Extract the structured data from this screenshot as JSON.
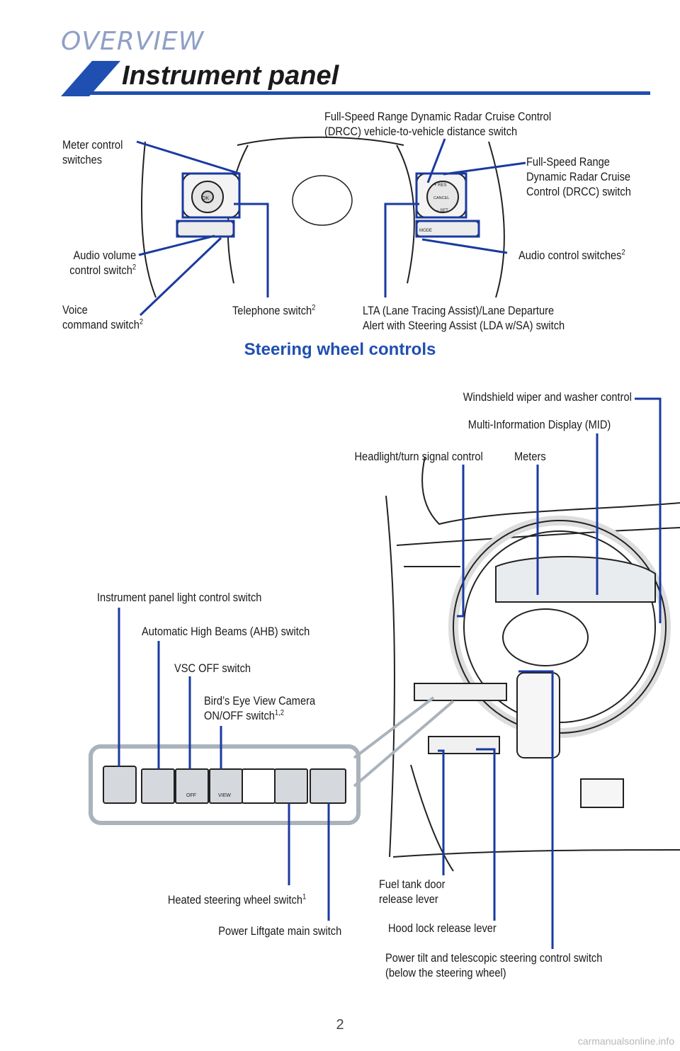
{
  "header": {
    "section": "OVERVIEW",
    "title": "Instrument panel"
  },
  "steering": {
    "meter_control": "Meter control\nswitches",
    "drcc_distance": "Full-Speed Range Dynamic Radar Cruise Control\n(DRCC) vehicle-to-vehicle distance switch",
    "drcc_switch": "Full-Speed Range\nDynamic Radar Cruise\nControl (DRCC) switch",
    "audio_volume": "Audio volume\ncontrol switch",
    "audio_volume_sup": "2",
    "audio_control": "Audio control switches",
    "audio_control_sup": "2",
    "voice": "Voice\ncommand switch",
    "voice_sup": "2",
    "telephone": "Telephone switch",
    "telephone_sup": "2",
    "lta": "LTA (Lane Tracing Assist)/Lane Departure\nAlert with Steering Assist (LDA w/SA) switch",
    "caption": "Steering wheel controls",
    "buttons": {
      "ok": "OK",
      "res": "+ RES",
      "cancel": "CANCEL",
      "set": "− SET",
      "mode": "MODE"
    }
  },
  "dash": {
    "wiper": "Windshield wiper and washer control",
    "mid": "Multi-Information Display (MID)",
    "headlight": "Headlight/turn signal control",
    "meters": "Meters",
    "panel_light": "Instrument panel light control switch",
    "ahb": "Automatic High Beams (AHB) switch",
    "vsc": "VSC OFF switch",
    "birdseye": "Bird’s Eye View Camera\nON/OFF switch",
    "birdseye_sup": "1,2",
    "heated": "Heated steering wheel switch",
    "heated_sup": "1",
    "liftgate": "Power Liftgate main switch",
    "fuel": "Fuel tank door\nrelease lever",
    "hood": "Hood lock release lever",
    "tilt": "Power tilt and telescopic steering control switch\n(below the steering wheel)",
    "switch_labels": {
      "off": "OFF",
      "view": "VIEW"
    }
  },
  "footer": {
    "page_number": "2",
    "watermark": "carmanualsonline.info"
  },
  "colors": {
    "accent": "#1f4fb0",
    "callout": "#1a3aa0",
    "banner_light": "#8f9fc6"
  }
}
